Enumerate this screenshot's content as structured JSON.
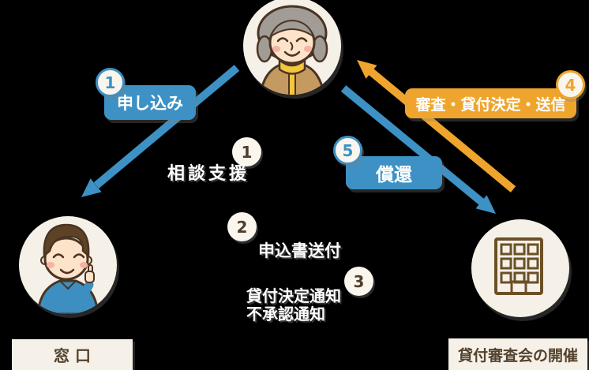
{
  "colors": {
    "blue": "#3d91c4",
    "orange": "#efa52d",
    "cream": "#f6f1e8",
    "brown_text": "#54422e",
    "outline_brown": "#4a3423",
    "building_brown": "#6b5026"
  },
  "flows": {
    "apply": {
      "badge": "1",
      "label": "申し込み"
    },
    "review": {
      "badge": "4",
      "label": "審査・貸付決定・送信"
    },
    "repay": {
      "badge": "5",
      "label": "償還"
    }
  },
  "steps": {
    "s1": {
      "badge": "1",
      "label": "相談支援"
    },
    "s2": {
      "badge": "2",
      "label": "申込書送付"
    },
    "s3": {
      "badge": "3",
      "label_line1": "貸付決定通知",
      "label_line2": "不承認通知"
    }
  },
  "actors": {
    "applicant": {
      "icon": "elderly-woman-icon"
    },
    "counter": {
      "icon": "counter-staff-icon",
      "label": "窓 口"
    },
    "committee": {
      "icon": "office-building-icon",
      "label": "貸付審査会の開催"
    }
  }
}
